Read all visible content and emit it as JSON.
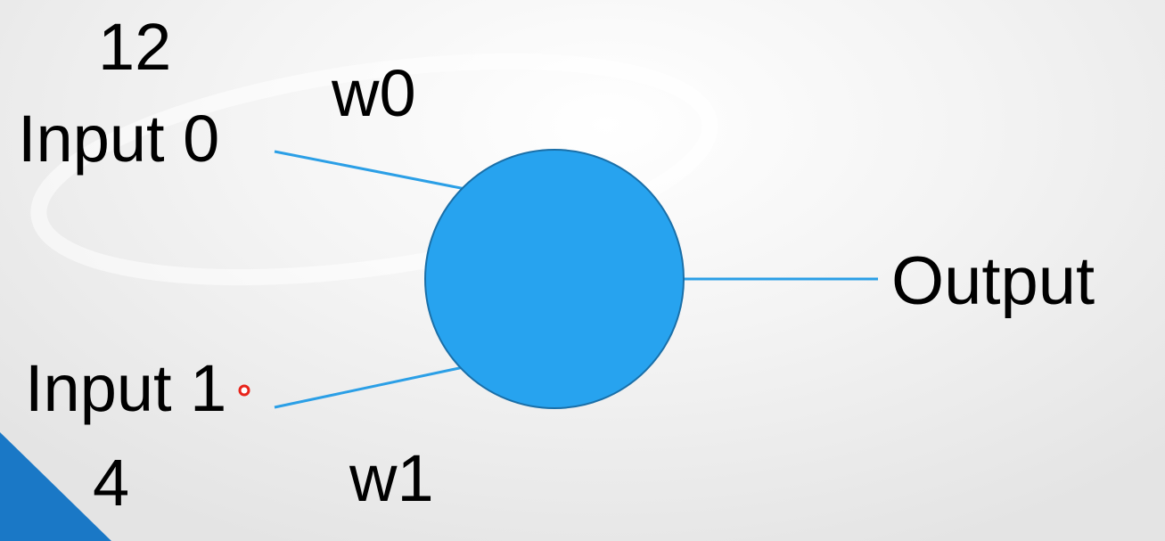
{
  "diagram": {
    "inputs": [
      {
        "label": "Input 0",
        "value": "12",
        "weight": "w0"
      },
      {
        "label": "Input 1",
        "value": "4",
        "weight": "w1"
      }
    ],
    "output_label": "Output"
  },
  "colors": {
    "neuron_fill": "#27a3ef",
    "neuron_stroke": "#1a6fa8",
    "connection": "#2b9fe6",
    "corner_accent": "#1a78c6",
    "cursor_dot": "#e8231a"
  }
}
